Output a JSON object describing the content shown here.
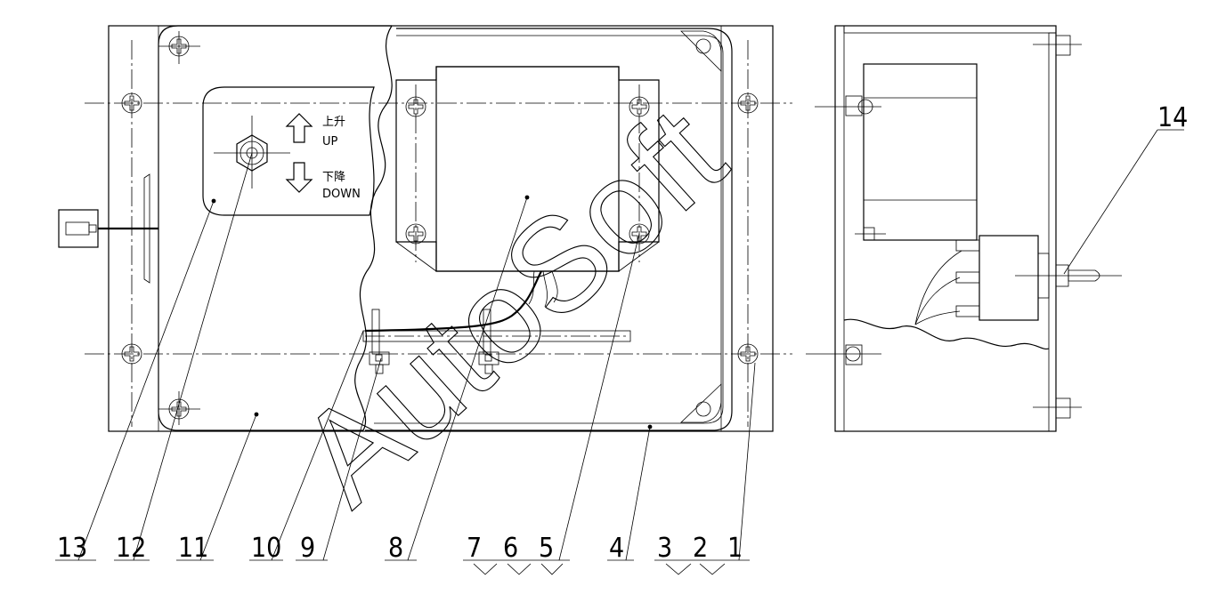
{
  "labels": {
    "up_cn": "上升",
    "up_en": "UP",
    "down_cn": "下降",
    "down_en": "DOWN"
  },
  "callouts": [
    "13",
    "12",
    "11",
    "10",
    "9",
    "8",
    "7",
    "6",
    "5",
    "4",
    "3",
    "2",
    "1",
    "14"
  ],
  "watermark": "AutoSoft"
}
